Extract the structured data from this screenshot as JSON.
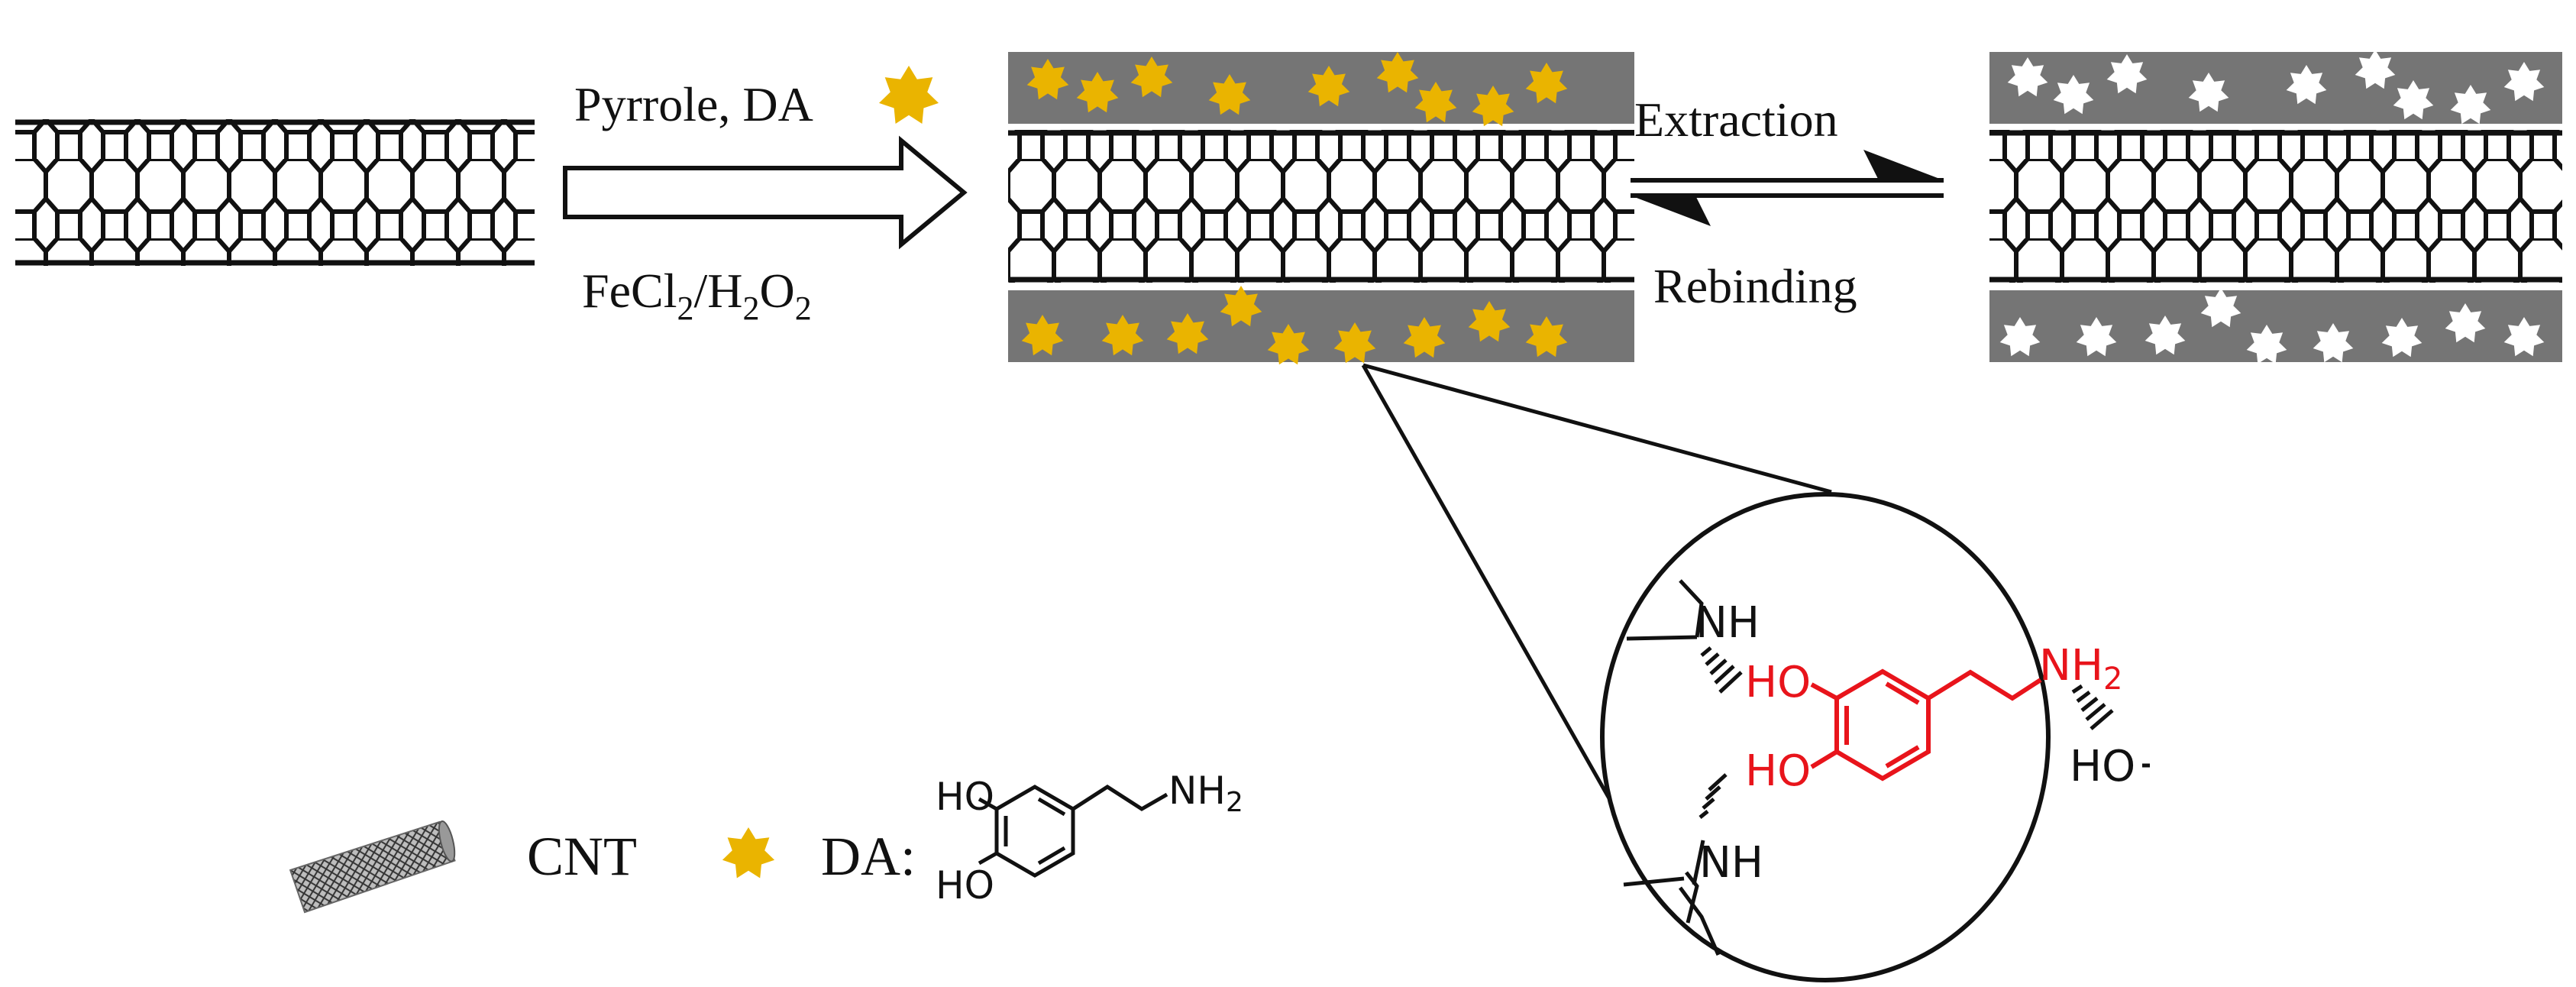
{
  "colors": {
    "polymer": "#757575",
    "template": "#eab400",
    "cavity": "#ffffff",
    "dopamine_highlight": "#e8141b",
    "bond": "#111111"
  },
  "icons": {
    "template_marker": "yellow-star-icon",
    "cavity_marker": "white-star-icon",
    "nanotube": "carbon-nanotube-icon"
  },
  "step1": {
    "above": "Pyrrole,  DA",
    "below_parts": [
      "FeCl",
      "2",
      "/H",
      "2",
      "O",
      "2"
    ]
  },
  "step2": {
    "forward": "Extraction",
    "reverse": "Rebinding"
  },
  "zoom": {
    "left_nh_top": "NH",
    "left_nh_bottom": "NH",
    "dopamine_ho_top": "HO",
    "dopamine_ho_bottom": "HO",
    "dopamine_nh": "NH",
    "dopamine_nh_sub": "2",
    "polymer_ho": "HO"
  },
  "legend": {
    "cnt": "CNT",
    "da": "DA:",
    "ho_top": "HO",
    "ho_bottom": "HO",
    "nh": "NH",
    "nh_sub": "2"
  }
}
